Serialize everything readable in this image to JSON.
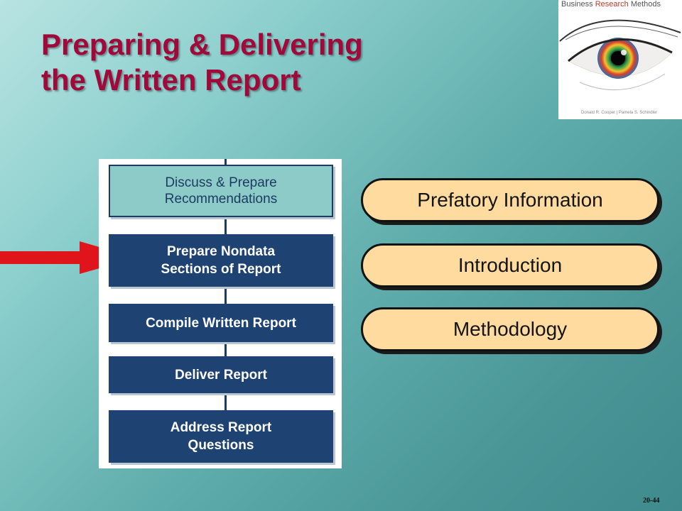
{
  "slide": {
    "title_line1": "Preparing & Delivering",
    "title_line2": "the Written Report",
    "number": "20-44"
  },
  "book": {
    "title_part1": "Business ",
    "title_part2": "Research",
    "title_part3": " Methods",
    "authors": "Donald R. Cooper  |  Pamela S. Schindler"
  },
  "flowchart": {
    "steps": [
      {
        "line1": "Discuss & Prepare",
        "line2": "Recommendations"
      },
      {
        "line1": "Prepare Nondata",
        "line2": "Sections of Report"
      },
      {
        "line1": "Compile Written Report",
        "line2": ""
      },
      {
        "line1": "Deliver Report",
        "line2": ""
      },
      {
        "line1": "Address Report",
        "line2": "Questions"
      }
    ]
  },
  "sections": [
    {
      "label": "Prefatory Information"
    },
    {
      "label": "Introduction"
    },
    {
      "label": "Methodology"
    }
  ],
  "colors": {
    "title": "#a0093a",
    "flow_dark": "#1e4272",
    "flow_light": "#8ccbc8",
    "pill_fill": "#ffdb9f",
    "arrow": "#e0141b"
  }
}
